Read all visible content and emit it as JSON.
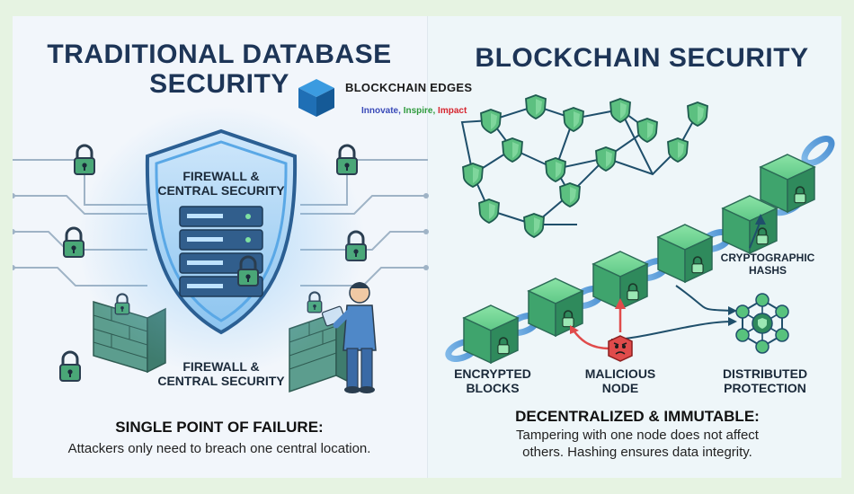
{
  "left": {
    "title_line1": "TRADITIONAL DATABASE",
    "title_line2": "SECURITY",
    "shield_label_line1": "FIREWALL &",
    "shield_label_line2": "CENTRAL SECURITY",
    "firewall_label_line1": "FIREWALL &",
    "firewall_label_line2": "CENTRAL SECURITY",
    "caption_head": "SINGLE POINT OF FAILURE:",
    "caption_body": "Attackers only need to breach one central location."
  },
  "right": {
    "title": "BLOCKCHAIN SECURITY",
    "hash_label_line1": "CRYPTOGRAPHIC",
    "hash_label_line2": "HASHS",
    "blocks_label_line1": "ENCRYPTED",
    "blocks_label_line2": "BLOCKS",
    "malicious_label_line1": "MALICIOUS",
    "malicious_label_line2": "NODE",
    "distributed_label_line1": "DISTRIBUTED",
    "distributed_label_line2": "PROTECTION",
    "caption_head": "DECENTRALIZED & IMMUTABLE:",
    "caption_body_line1": "Tampering with one node does not affect",
    "caption_body_line2": "others. Hashing ensures data integrity."
  },
  "brand": {
    "name": "BLOCKCHAIN EDGES",
    "tag_innovate": "Innovate,",
    "tag_inspire": "Inspire,",
    "tag_impact": "Impact",
    "color_innovate": "#3a4ab8",
    "color_inspire": "#2e9a3c",
    "color_impact": "#d6252f"
  },
  "colors": {
    "navy": "#1d3557",
    "teal": "#2f8f86",
    "green": "#58c27d",
    "shield_blue": "#5aa8e6",
    "danger": "#e04b4b"
  }
}
